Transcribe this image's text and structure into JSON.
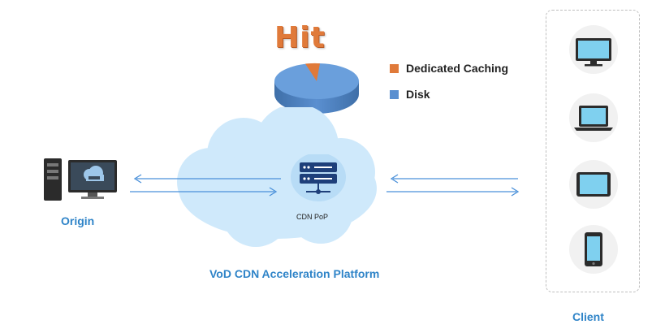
{
  "pie": {
    "title": "Hit",
    "colors": {
      "caching": "#e07a3a",
      "disk": "#5a8fd0"
    }
  },
  "legend": {
    "items": [
      {
        "label": "Dedicated Caching",
        "color": "#e07a3a"
      },
      {
        "label": "Disk",
        "color": "#5a8fd0"
      }
    ]
  },
  "origin": {
    "label": "Origin"
  },
  "cdn_pop": {
    "label": "CDN PoP"
  },
  "platform": {
    "label": "VoD CDN Acceleration Platform"
  },
  "client": {
    "label": "Client"
  },
  "colors": {
    "accent_blue": "#2f84c8",
    "cloud": "#cfe9fb",
    "arrow": "#4a90d9"
  }
}
